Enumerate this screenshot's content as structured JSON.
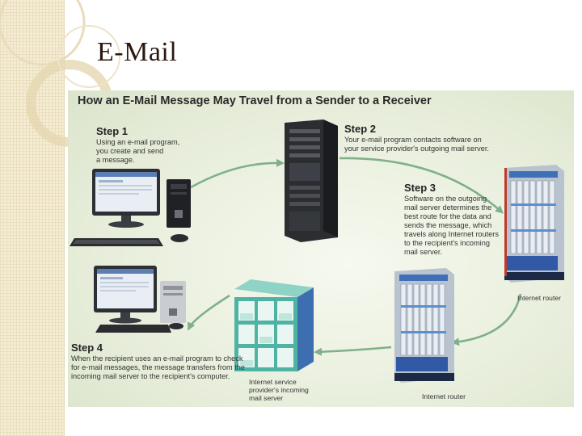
{
  "slide": {
    "title": "E-Mail"
  },
  "diagram": {
    "title": "How an E-Mail Message May Travel from a Sender to a Receiver",
    "steps": [
      {
        "heading": "Step 1",
        "text_lines": [
          "Using an e-mail program,",
          "you create and send",
          "a message."
        ]
      },
      {
        "heading": "Step 2",
        "text_lines": [
          "Your e-mail program contacts software on",
          "your service provider's outgoing mail server."
        ]
      },
      {
        "heading": "Step 3",
        "text_lines": [
          "Software on the outgoing",
          "mail server determines the",
          "best route for the data and",
          "sends the message, which",
          "travels along Internet routers",
          "to the recipient's incoming",
          "mail server."
        ]
      },
      {
        "heading": "Step 4",
        "text_lines": [
          "When the recipient uses an e-mail program to check",
          "for e-mail messages, the message transfers from the",
          "incoming mail server to the recipient's computer."
        ]
      }
    ],
    "labels": {
      "router_right": "Internet router",
      "router_bottom": "Internet router",
      "incoming_server_lines": [
        "Internet service",
        "provider's incoming",
        "mail server"
      ]
    }
  },
  "colors": {
    "band": "#f4ecd3",
    "arrow": "#7fb08a",
    "mailbox": "#4fb3a4"
  }
}
